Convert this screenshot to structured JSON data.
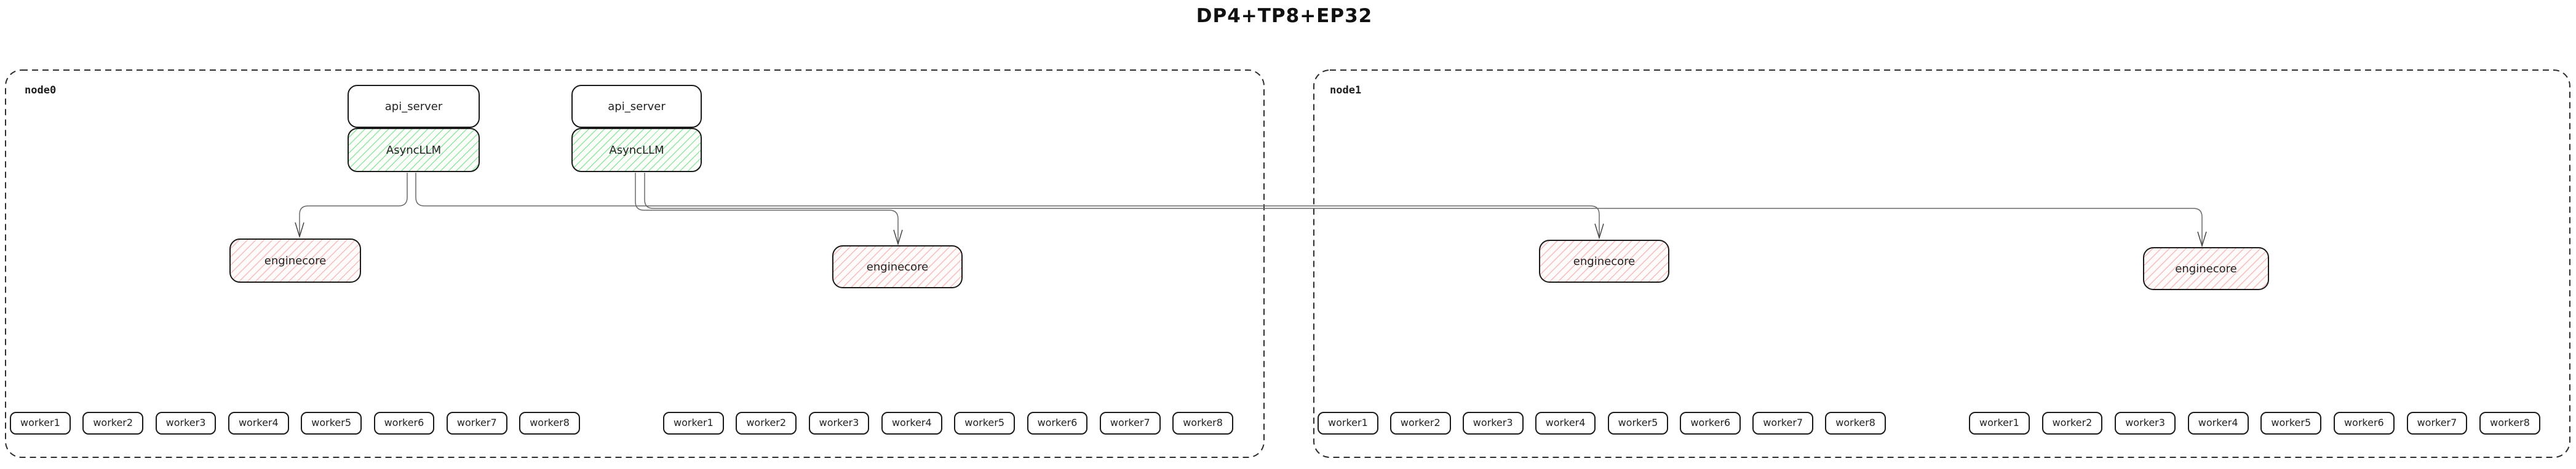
{
  "title": "DP4+TP8+EP32",
  "nodes": {
    "node0": {
      "label": "node0"
    },
    "node1": {
      "label": "node1"
    }
  },
  "boxes": {
    "api_server": "api_server",
    "asyncllm": "AsyncLLM",
    "enginecore": "enginecore"
  },
  "workers": {
    "node0_group1": [
      "worker1",
      "worker2",
      "worker3",
      "worker4",
      "worker5",
      "worker6",
      "worker7",
      "worker8"
    ],
    "node0_group2": [
      "worker1",
      "worker2",
      "worker3",
      "worker4",
      "worker5",
      "worker6",
      "worker7",
      "worker8"
    ],
    "node1_group1": [
      "worker1",
      "worker2",
      "worker3",
      "worker4",
      "worker5",
      "worker6",
      "worker7",
      "worker8"
    ],
    "node1_group2": [
      "worker1",
      "worker2",
      "worker3",
      "worker4",
      "worker5",
      "worker6",
      "worker7",
      "worker8"
    ]
  },
  "colors": {
    "asyncllm_hatch": "#6edc87",
    "enginecore_hatch": "#f29b9b",
    "box_border": "#1a1a1a",
    "node_border": "#2d2d2d",
    "edge_line": "#6a6a6a",
    "arrow": "#3a3a3a",
    "background": "#ffffff"
  }
}
